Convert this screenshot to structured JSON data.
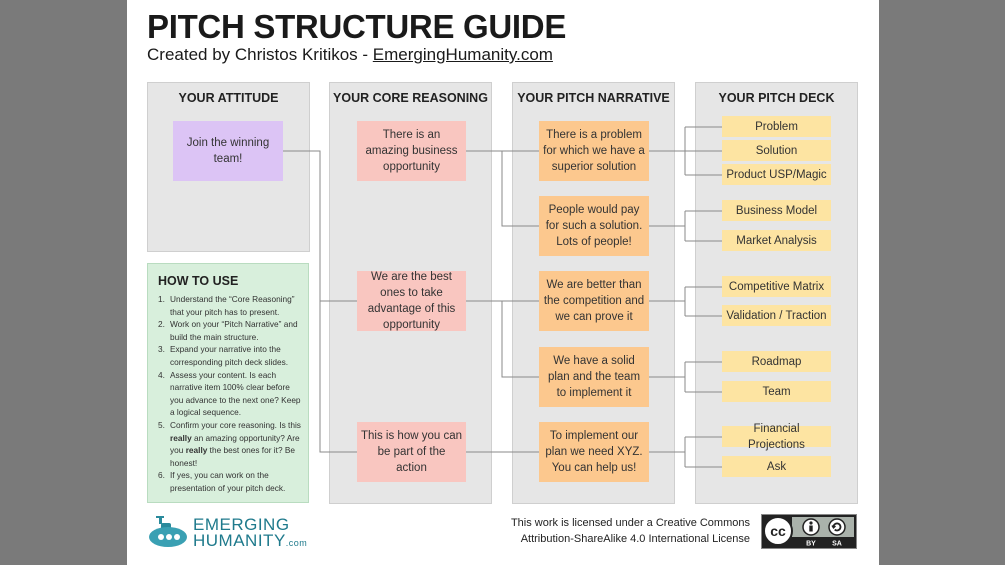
{
  "header": {
    "title": "PITCH STRUCTURE GUIDE",
    "subtitle_prefix": "Created by Christos Kritikos - ",
    "subtitle_link": "EmergingHumanity.com"
  },
  "columns": [
    {
      "heading": "YOUR ATTITUDE"
    },
    {
      "heading": "YOUR CORE REASONING"
    },
    {
      "heading": "YOUR PITCH NARRATIVE"
    },
    {
      "heading": "YOUR PITCH DECK"
    }
  ],
  "attitude": {
    "text": "Join the winning team!"
  },
  "core_reasoning": [
    "There is an amazing business opportunity",
    "We are the best ones to take advantage of this opportunity",
    "This is how you can be part of the action"
  ],
  "narrative": [
    "There is a problem for which we have a superior solution",
    "People would pay for such a solution. Lots of people!",
    "We are better than the competition and we can prove it",
    "We have a solid plan and the team to implement it",
    "To implement our plan we need XYZ. You can help us!"
  ],
  "deck": [
    "Problem",
    "Solution",
    "Product USP/Magic",
    "Business Model",
    "Market Analysis",
    "Competitive Matrix",
    "Validation / Traction",
    "Roadmap",
    "Team",
    "Financial Projections",
    "Ask"
  ],
  "how_to": {
    "title": "HOW TO USE",
    "steps": [
      {
        "num": "1.",
        "parts": [
          "Understand the “Core Reasoning” that your pitch has to present."
        ]
      },
      {
        "num": "2.",
        "parts": [
          "Work on your “Pitch Narrative” and build the main structure."
        ]
      },
      {
        "num": "3.",
        "parts": [
          "Expand your narrative into the corresponding pitch deck slides."
        ]
      },
      {
        "num": "4.",
        "parts": [
          "Assess your content. Is each narrative item 100% clear before you advance to the next one? Keep a logical sequence."
        ]
      },
      {
        "num": "5.",
        "parts": [
          "Confirm your core reasoning. Is this ",
          "really",
          " an amazing opportunity? Are you ",
          "really",
          " the best ones for it? Be honest!"
        ]
      },
      {
        "num": "6.",
        "parts": [
          "If yes, you can work on the presentation of your pitch deck."
        ]
      }
    ]
  },
  "footer": {
    "logo_line1": "EMERGING",
    "logo_line2": "HUMANITY",
    "logo_suffix": ".com",
    "license_line1": "This work is licensed under a Creative Commons",
    "license_line2": "Attribution-ShareAlike 4.0 International License",
    "cc_text": "cc",
    "by_text": "BY",
    "sa_text": "SA"
  },
  "colors": {
    "attitude": "#dcc4f5",
    "core": "#f9c6c0",
    "narrative": "#fcc88e",
    "deck": "#fde4a2",
    "howto": "#d8efdc",
    "logo": "#1f7a8c"
  }
}
